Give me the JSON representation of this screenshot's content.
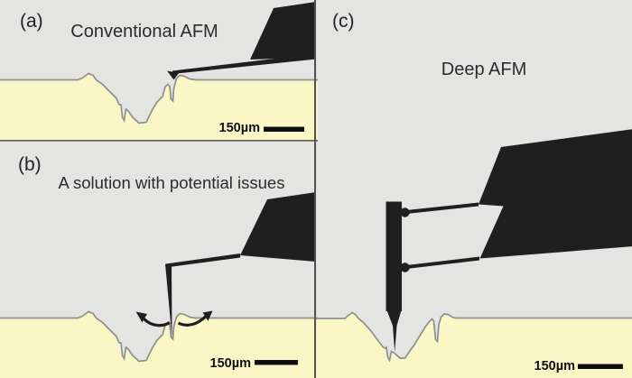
{
  "figure": {
    "panels": [
      {
        "label": "(a)",
        "title": "Conventional AFM",
        "scale_label": "150µm"
      },
      {
        "label": "(b)",
        "title": "A solution with potential issues",
        "scale_label": "150µm"
      },
      {
        "label": "(c)",
        "title": "Deep AFM",
        "scale_label": "150µm"
      }
    ],
    "colors": {
      "background": "#e4e4e3",
      "sample_fill": "#faf6c6",
      "probe_black": "#1f1f1f",
      "surface_outline": "#8f8f8f",
      "panel_divider": "#4f4f4f",
      "label_text": "#2b2b2b"
    }
  }
}
